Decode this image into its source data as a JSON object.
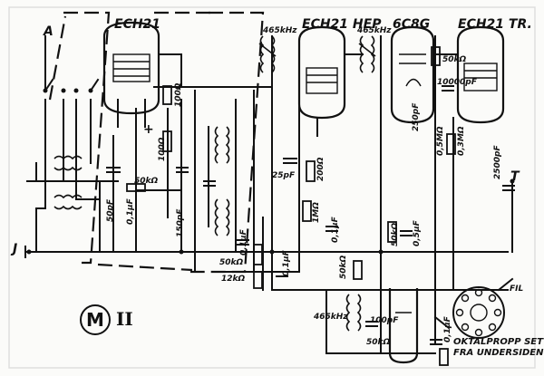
{
  "diagram": {
    "tubes": {
      "mixer": "ECH21",
      "if_amp": "ECH21 HEP",
      "detector": "6C8G",
      "output": "ECH21 TR."
    },
    "labels": {
      "if1_freq": "465kHz",
      "if2_freq": "465kHz",
      "if3_freq": "465kHz",
      "r_50k_top": "50kΩ",
      "c_10000": "10000pF",
      "r_100_a": "100Ω",
      "r_100_b": "100Ω",
      "r_50k_osc": "50kΩ",
      "c_50pf_a": "50pF",
      "c_01_a": "0,1μF",
      "c_150pf": "150pF",
      "c_01_b": "0,1μF",
      "r_50k_mid": "50kΩ",
      "r_12k": "12kΩ",
      "c_01_c": "0,1μF",
      "c_25pf": "25pF",
      "r_200": "200Ω",
      "r_1m": "1MΩ",
      "c_01_d": "0,1μF",
      "c_250pf": "250pF",
      "r_05m": "0,5MΩ",
      "r_03m": "0,3MΩ",
      "c_2500": "2500pF",
      "r_50k_det": "50kΩ",
      "c_05": "0,5μF",
      "r_50k_low": "50kΩ",
      "c_465_low": "465kHz",
      "c_100pf": "100pF",
      "r_50k_bot": "50kΩ",
      "c_01_e": "0,1μF",
      "fil": "FIL",
      "terminal_j": "J",
      "terminal_a": "A",
      "terminal_t": "T",
      "plus": "+"
    },
    "octal_note_line1": "OKTALPROPP SETT",
    "octal_note_line2": "FRA UNDERSIDEN",
    "logo_letter": "M",
    "logo_roman": "II"
  }
}
